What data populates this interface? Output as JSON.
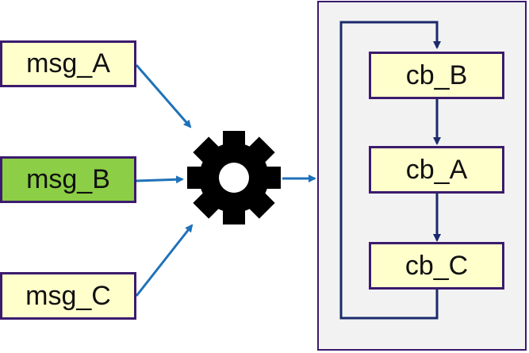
{
  "messages": [
    {
      "label": "msg_A",
      "state": "idle"
    },
    {
      "label": "msg_B",
      "state": "active"
    },
    {
      "label": "msg_C",
      "state": "idle"
    }
  ],
  "callbacks": [
    {
      "label": "cb_B"
    },
    {
      "label": "cb_A"
    },
    {
      "label": "cb_C"
    }
  ],
  "center_icon": "gear-icon",
  "colors": {
    "box_fill": "#ffffcc",
    "active_fill": "#8cce46",
    "box_border": "#3b1b6e",
    "input_arrow": "#1f72b8",
    "flow_line": "#1b2a6b",
    "panel_fill": "#f2f2f2",
    "gear": "#000000"
  }
}
